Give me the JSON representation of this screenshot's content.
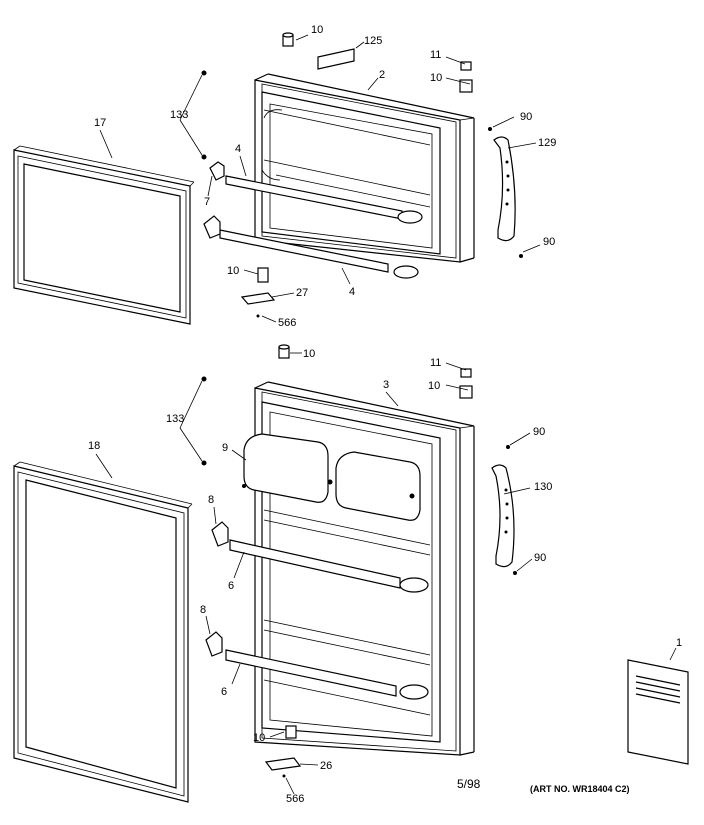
{
  "labels": {
    "l10a": "10",
    "l125": "125",
    "l2": "2",
    "l11a": "11",
    "l10b": "10",
    "l90a": "90",
    "l129": "129",
    "l90b": "90",
    "l133a": "133",
    "l17": "17",
    "l4a": "4",
    "l7": "7",
    "l10c": "10",
    "l27": "27",
    "l4b": "4",
    "l566a": "566",
    "l10d": "10",
    "l11b": "11",
    "l10e": "10",
    "l3": "3",
    "l90c": "90",
    "l133b": "133",
    "l18": "18",
    "l9": "9",
    "l130": "130",
    "l8a": "8",
    "l6a": "6",
    "l90d": "90",
    "l8b": "8",
    "l6b": "6",
    "l1": "1",
    "l10f": "10",
    "l26": "26",
    "l566b": "566"
  },
  "date_code": "5/98",
  "art_number": "(ART NO. WR18404 C2)"
}
